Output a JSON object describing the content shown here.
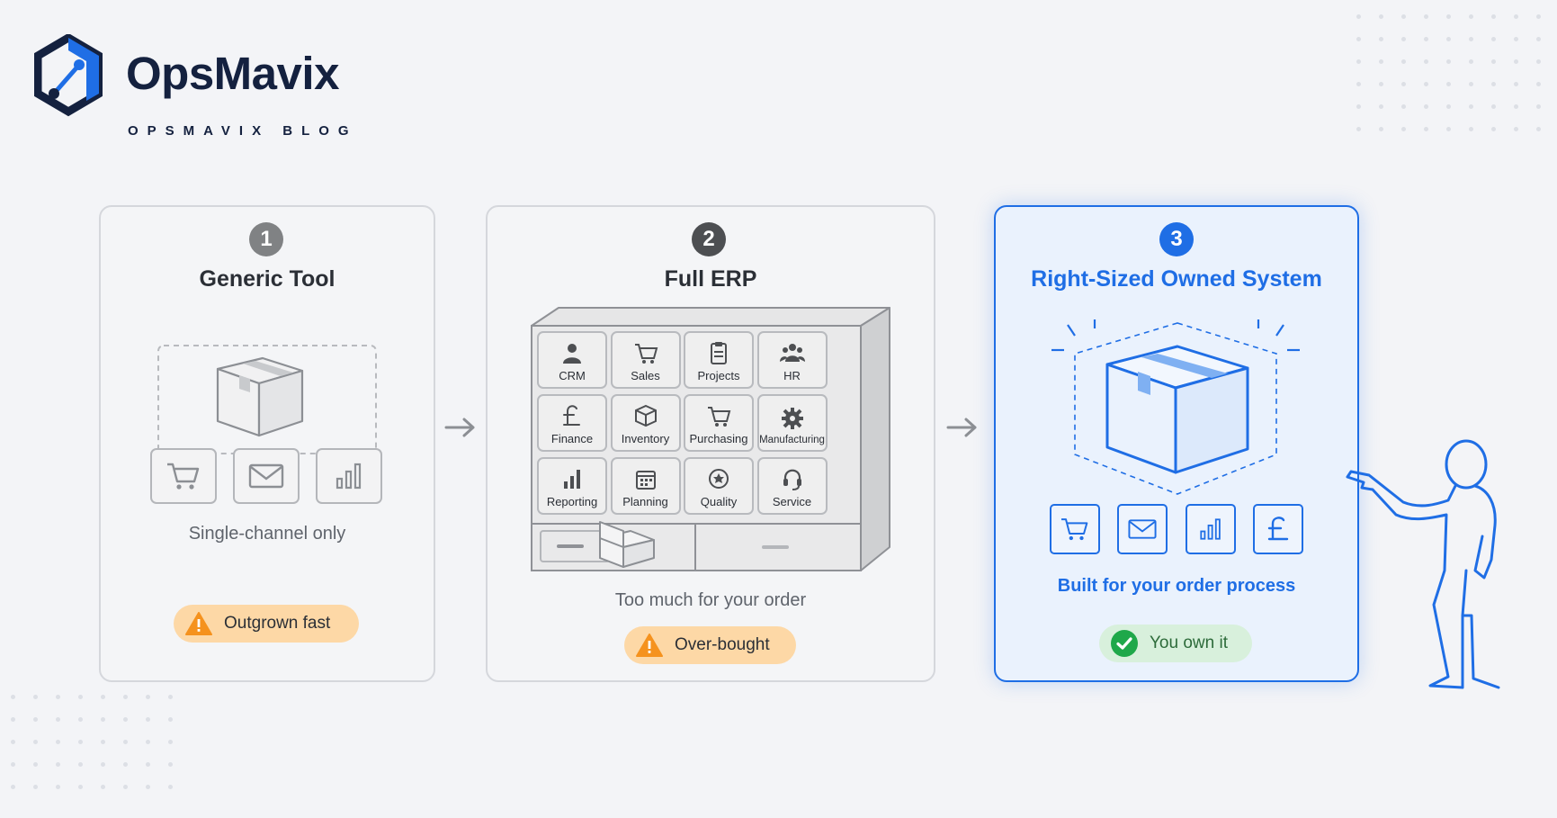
{
  "brand": {
    "name": "OpsMavix",
    "subtitle": "OPSMAVIX BLOG"
  },
  "panels": [
    {
      "number": "1",
      "title": "Generic Tool",
      "caption": "Single-channel only",
      "badge": "Outgrown fast",
      "badge_type": "warning"
    },
    {
      "number": "2",
      "title": "Full ERP",
      "caption": "Too much for your order",
      "badge": "Over-bought",
      "badge_type": "warning",
      "modules": [
        "CRM",
        "Sales",
        "Projects",
        "HR",
        "Finance",
        "Inventory",
        "Purchasing",
        "Manufacturing",
        "Reporting",
        "Planning",
        "Quality",
        "Service"
      ]
    },
    {
      "number": "3",
      "title": "Right-Sized Owned System",
      "caption": "Built for your order process",
      "badge": "You own it",
      "badge_type": "success"
    }
  ],
  "channel_icons": [
    "cart-icon",
    "mail-icon",
    "bar-chart-icon"
  ],
  "owned_icons": [
    "cart-icon",
    "mail-icon",
    "bar-chart-icon",
    "pound-icon"
  ],
  "colors": {
    "accent": "#1f6ee5",
    "brand": "#14213f",
    "warning": "#f5921e",
    "success": "#1fa84a",
    "muted": "#808284"
  }
}
